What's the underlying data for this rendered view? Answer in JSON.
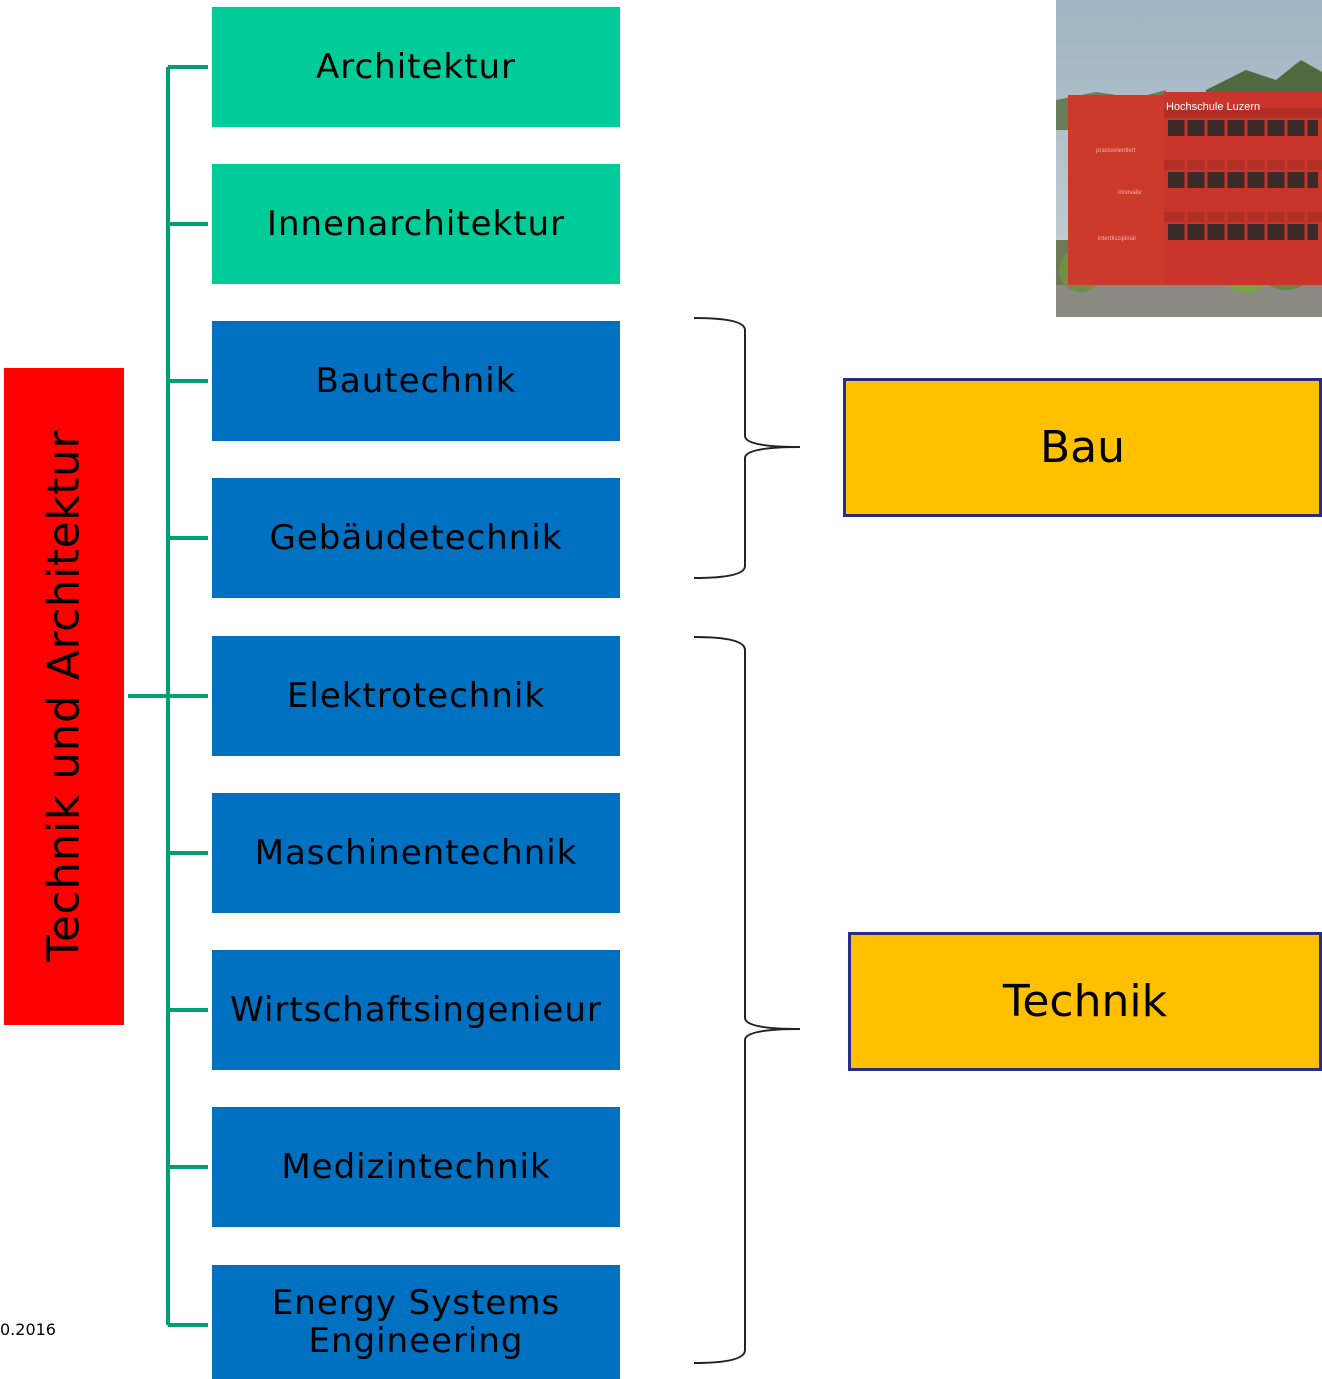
{
  "root": {
    "label": "Technik und Architektur",
    "color": "#ff0000"
  },
  "programs": [
    {
      "label": "Architektur",
      "category": "architecture",
      "color": "#00cc99"
    },
    {
      "label": "Innenarchitektur",
      "category": "architecture",
      "color": "#00cc99"
    },
    {
      "label": "Bautechnik",
      "category": "engineering",
      "color": "#0070c0"
    },
    {
      "label": "Gebäudetechnik",
      "category": "engineering",
      "color": "#0070c0"
    },
    {
      "label": "Elektrotechnik",
      "category": "engineering",
      "color": "#0070c0"
    },
    {
      "label": "Maschinentechnik",
      "category": "engineering",
      "color": "#0070c0"
    },
    {
      "label": "Wirtschaftsingenieur",
      "category": "engineering",
      "color": "#0070c0"
    },
    {
      "label": "Medizintechnik",
      "category": "engineering",
      "color": "#0070c0"
    },
    {
      "label": "Energy Systems\nEngineering",
      "category": "engineering",
      "color": "#0070c0"
    }
  ],
  "groups": [
    {
      "label": "Bau",
      "color": "#ffc000"
    },
    {
      "label": "Technik",
      "color": "#ffc000"
    }
  ],
  "photo": {
    "sign_text": "Hochschule Luzern",
    "facade_words": [
      "praxisorientiert",
      "innovativ",
      "interdisziplinär"
    ]
  },
  "footer": {
    "date": "0.2016"
  },
  "colors": {
    "connector": "#00a070",
    "bracket": "#222222",
    "group_border": "#2a2a8a"
  }
}
